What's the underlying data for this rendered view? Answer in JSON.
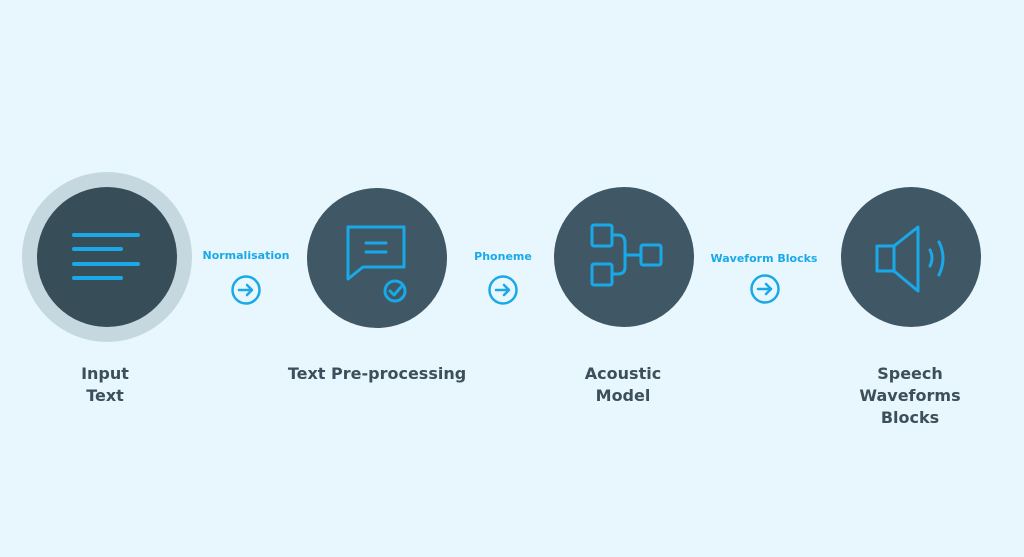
{
  "colors": {
    "background": "#e8f7fd",
    "node": "#405865",
    "halo": "#c6d8df",
    "accent": "#1aa9e8",
    "label": "#3d4f5a"
  },
  "nodes": [
    {
      "icon": "text-lines-icon",
      "label_lines": [
        "Input",
        "Text"
      ]
    },
    {
      "icon": "chat-check-icon",
      "label_lines": [
        "Text Pre-processing"
      ]
    },
    {
      "icon": "hierarchy-icon",
      "label_lines": [
        "Acoustic",
        "Model"
      ]
    },
    {
      "icon": "speaker-icon",
      "label_lines": [
        "Speech",
        "Waveforms",
        "Blocks"
      ]
    }
  ],
  "edges": [
    {
      "label": "Normalisation",
      "icon": "arrow-right-circle-icon"
    },
    {
      "label": "Phoneme",
      "icon": "arrow-right-circle-icon"
    },
    {
      "label": "Waveform Blocks",
      "icon": "arrow-right-circle-icon"
    }
  ]
}
